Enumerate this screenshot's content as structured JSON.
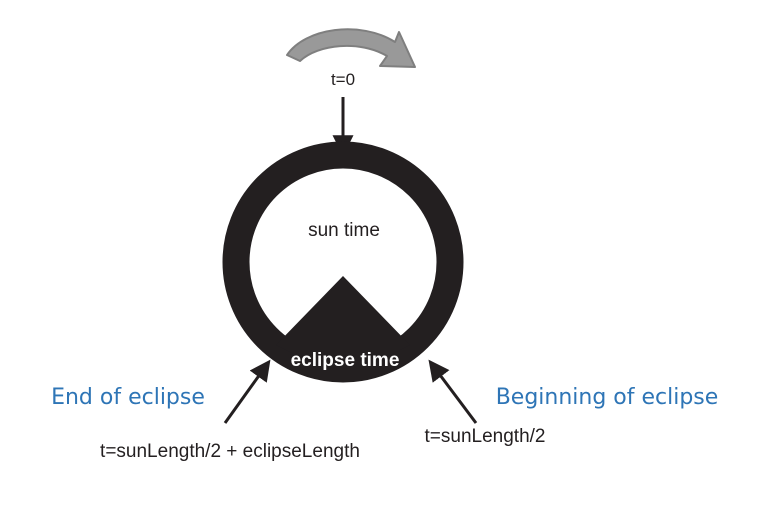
{
  "diagram": {
    "labels": {
      "start": "t=0",
      "sun_time": "sun time",
      "eclipse_time": "eclipse time",
      "end_of_eclipse": "End of eclipse",
      "beginning_of_eclipse": "Beginning of eclipse",
      "end_formula": "t=sunLength/2 + eclipseLength",
      "beginning_formula": "t=sunLength/2"
    },
    "colors": {
      "ring": "#231f20",
      "rotation_arrow_fill": "#999999",
      "rotation_arrow_stroke": "#7f7f7f",
      "caption_blue": "#2e75b6",
      "text_dark": "#231f20",
      "eclipse_text": "#ffffff"
    },
    "icons": {
      "rotation": "curved-arrow-icon",
      "pointer": "arrow-icon"
    }
  }
}
